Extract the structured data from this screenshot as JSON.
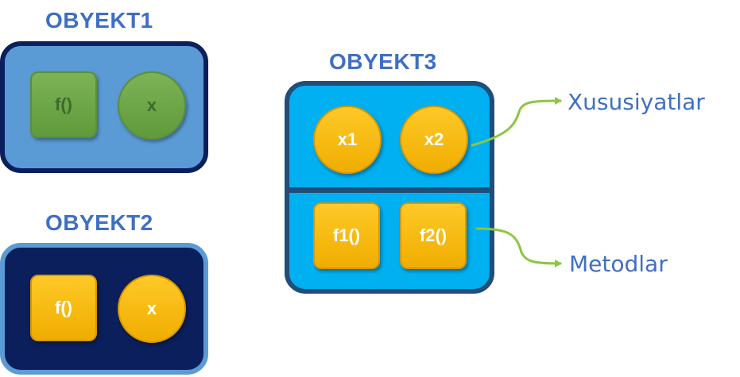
{
  "objects": [
    {
      "title": "OBYEKT1",
      "items": [
        {
          "label": "f()"
        },
        {
          "label": "x"
        }
      ]
    },
    {
      "title": "OBYEKT2",
      "items": [
        {
          "label": "f()"
        },
        {
          "label": "x"
        }
      ]
    },
    {
      "title": "OBYEKT3",
      "properties": [
        {
          "label": "x1"
        },
        {
          "label": "x2"
        }
      ],
      "methods": [
        {
          "label": "f1()"
        },
        {
          "label": "f2()"
        }
      ]
    }
  ],
  "annotations": {
    "properties": "Xususiyatlar",
    "methods": "Metodlar"
  },
  "colors": {
    "title": "#3f6fc3",
    "object1_fill": "#5b9bd5",
    "object1_border": "#0b1f5c",
    "object2_fill": "#0b1f5c",
    "object2_border": "#5b9bd5",
    "object3_fill": "#00b0f0",
    "object3_border": "#1f4e79",
    "green_item": "#6aa84f",
    "yellow_item": "#ffc000",
    "arrow": "#8dc63f"
  }
}
